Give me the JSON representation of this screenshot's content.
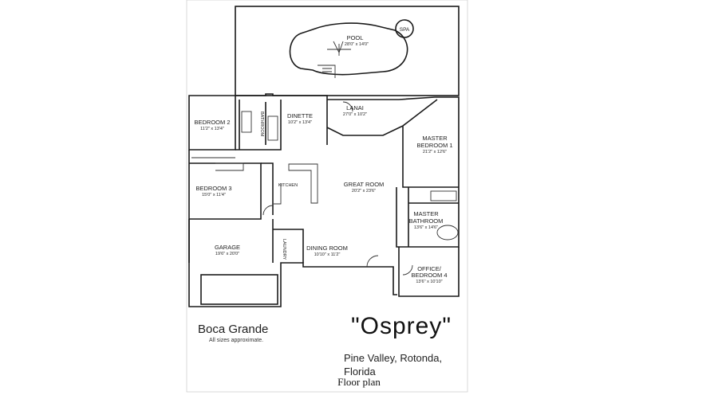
{
  "rooms": {
    "pool": {
      "name": "POOL",
      "size": "28'0\" x 14'0\""
    },
    "spa": {
      "name": "SPA"
    },
    "bedroom2": {
      "name": "BEDROOM 2",
      "size": "11'2\" x 13'4\""
    },
    "bathroom_small": {
      "name": "BATHROOM"
    },
    "dinette": {
      "name": "DINETTE",
      "size": "10'2\" x 13'4\""
    },
    "lanai": {
      "name": "LANAI",
      "size": "27'0\" x 10'2\""
    },
    "master_bedroom": {
      "name": "MASTER BEDROOM 1",
      "line1": "MASTER",
      "line2": "BEDROOM 1",
      "size": "21'2\" x 12'6\""
    },
    "bedroom3": {
      "name": "BEDROOM 3",
      "size": "15'0\" x 11'4\""
    },
    "kitchen": {
      "name": "KITCHEN"
    },
    "great_room": {
      "name": "GREAT ROOM",
      "size": "20'2\" x 23'6\""
    },
    "master_bath": {
      "name": "MASTER BATHROOM",
      "line1": "MASTER",
      "line2": "BATHROOM",
      "size": "13'6\" x 14'6\""
    },
    "garage": {
      "name": "GARAGE",
      "size": "19'6\" x 20'0\""
    },
    "laundry": {
      "name": "LAUNDRY"
    },
    "dining": {
      "name": "DINING ROOM",
      "size": "10'10\" x 11'2\""
    },
    "office": {
      "name": "OFFICE/ BEDROOM 4",
      "line1": "OFFICE/",
      "line2": "BEDROOM 4",
      "size": "13'6\" x 10'10\""
    }
  },
  "brand": {
    "community": "Boca Grande",
    "note": "All sizes approximate."
  },
  "model": {
    "name": "\"Osprey\""
  },
  "location": {
    "line1": "Pine Valley, Rotonda,",
    "line2": "Florida"
  },
  "caption": "Floor plan"
}
